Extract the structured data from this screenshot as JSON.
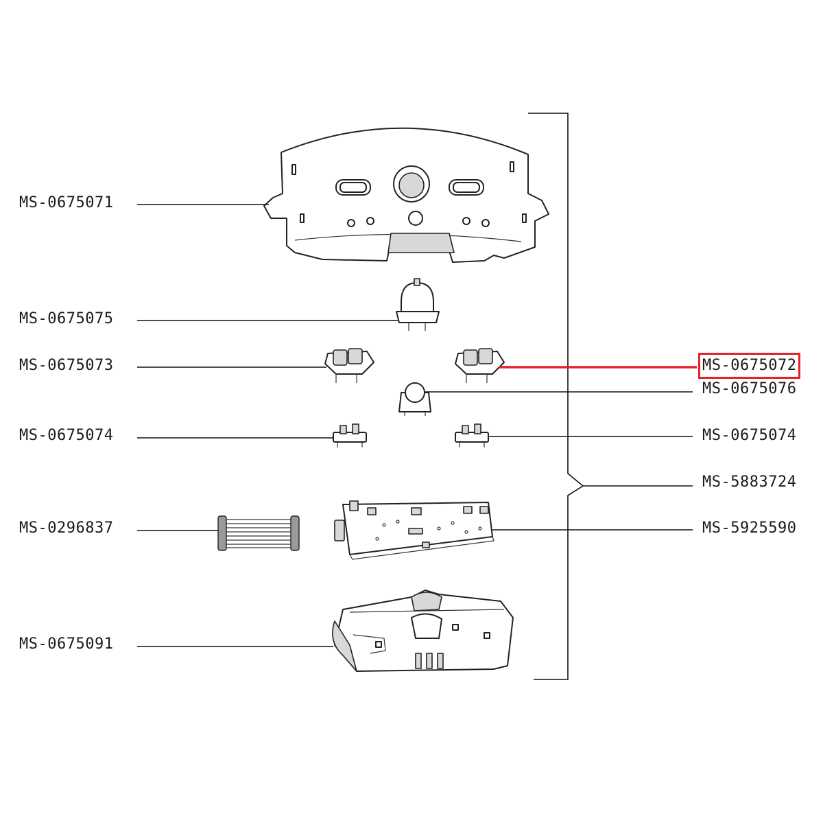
{
  "labels": {
    "left": [
      "MS-0675071",
      "MS-0675075",
      "MS-0675073",
      "MS-0675074",
      "MS-0296837",
      "MS-0675091"
    ],
    "right": [
      "MS-0675072",
      "MS-0675076",
      "MS-0675074",
      "MS-5883724",
      "MS-5925590"
    ]
  },
  "highlight": {
    "part": "MS-0675072",
    "color": "#e8202a"
  },
  "colors": {
    "line": "#111111",
    "part_fill": "#ffffff",
    "part_shade": "#d8d8d8"
  }
}
